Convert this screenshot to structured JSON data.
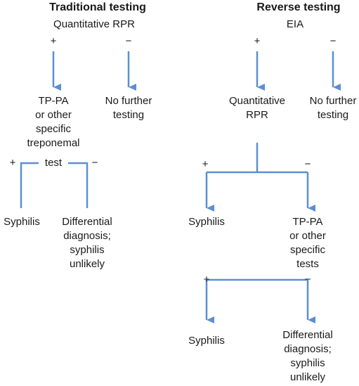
{
  "colors": {
    "connector": "#5b8fd3",
    "text": "#1a1a1a"
  },
  "plus": "+",
  "minus": "−",
  "traditional": {
    "title": "Traditional testing",
    "start": "Quantitative RPR",
    "neg_result": [
      "No further",
      "testing"
    ],
    "confirm": [
      "TP-PA",
      "or other",
      "specific",
      "treponemal",
      "test"
    ],
    "pos_result": "Syphilis",
    "neg_final": [
      "Differential",
      "diagnosis;",
      "syphilis",
      "unlikely"
    ]
  },
  "reverse": {
    "title": "Reverse testing",
    "start": "EIA",
    "pos_step": [
      "Quantitative",
      "RPR"
    ],
    "neg_result": [
      "No further",
      "testing"
    ],
    "rpr_pos_result": "Syphilis",
    "rpr_neg_step": [
      "TP-PA",
      "or other",
      "specific",
      "tests"
    ],
    "final_pos_result": "Syphilis",
    "final_neg_result": [
      "Differential",
      "diagnosis;",
      "syphilis",
      "unlikely"
    ]
  }
}
